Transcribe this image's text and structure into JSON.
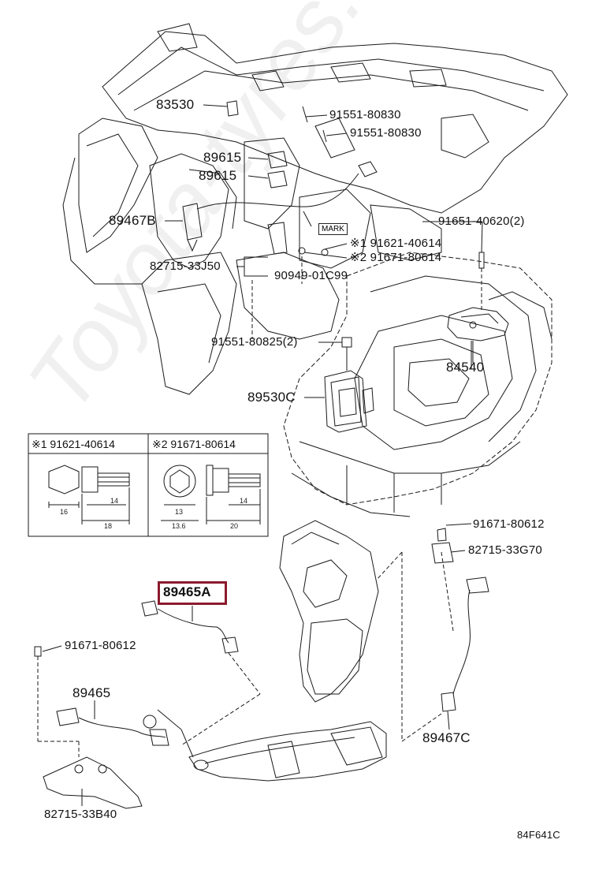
{
  "labels": {
    "p83530": "83530",
    "p91551_80830_a": "91551-80830",
    "p91551_80830_b": "91551-80830",
    "p89615_a": "89615",
    "p89615_b": "89615",
    "p89467b": "89467B",
    "p91651_40620": "91651-40620(2)",
    "p91621_40614": "※1 91621-40614",
    "p91671_80614": "※2 91671-80614",
    "p82715_33j50": "82715-33J50",
    "p90949_01c99": "90949-01C99",
    "p91551_80825": "91551-80825(2)",
    "p84540": "84540",
    "p89530c": "89530C",
    "p91671_80612_r": "91671-80612",
    "p82715_33g70": "82715-33G70",
    "p89465a": "89465A",
    "p91671_80612_l": "91671-80612",
    "p89465": "89465",
    "p89467c": "89467C",
    "p82715_33b40": "82715-33B40",
    "mark": "MARK",
    "diagram_code": "84F641C"
  },
  "inset": {
    "left_title": "※1 91621-40614",
    "right_title": "※2 91671-80614",
    "left_dims": [
      "16",
      "14",
      "18"
    ],
    "right_dims": [
      "13",
      "13.6",
      "14",
      "20"
    ]
  },
  "watermark": "Toyota-tyres.ru",
  "highlight_color": "#8b1a2e"
}
